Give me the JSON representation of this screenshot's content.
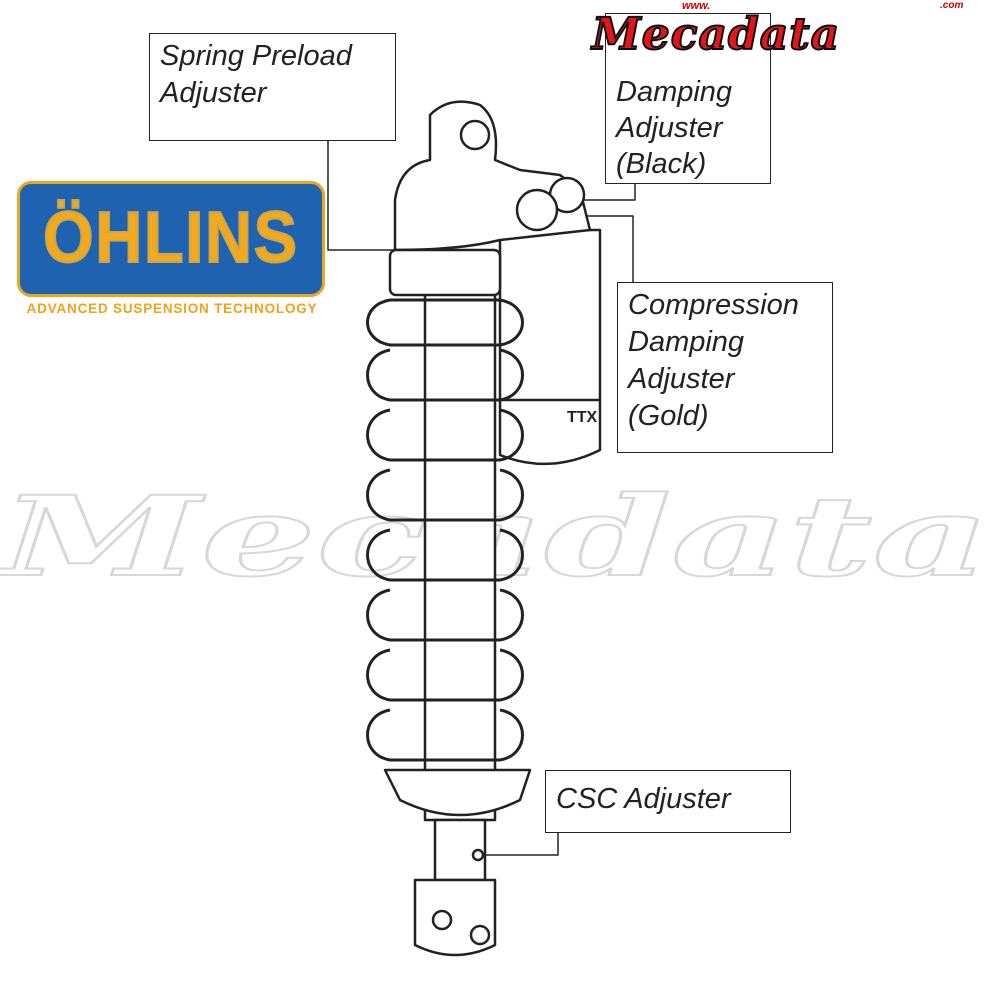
{
  "labels": {
    "spring_preload": [
      "Spring Preload",
      "Adjuster"
    ],
    "rebound": [
      "Damping",
      "Adjuster",
      "(Black)"
    ],
    "compression": [
      "Compression",
      "Damping",
      "Adjuster",
      "(Gold)"
    ],
    "csc": [
      "CSC Adjuster"
    ]
  },
  "logos": {
    "ohlins": "ÖHLINS",
    "ohlins_tagline": "ADVANCED SUSPENSION TECHNOLOGY",
    "mecadata": "Mecadata",
    "mecadata_prefix": "www.",
    "mecadata_suffix": ".com",
    "watermark": "Mecadata",
    "reservoir_badge": "TTX"
  },
  "colors": {
    "ohlins_blue": "#1f63b0",
    "ohlins_gold": "#f2a91d",
    "mecadata_red": "#e3161b"
  }
}
